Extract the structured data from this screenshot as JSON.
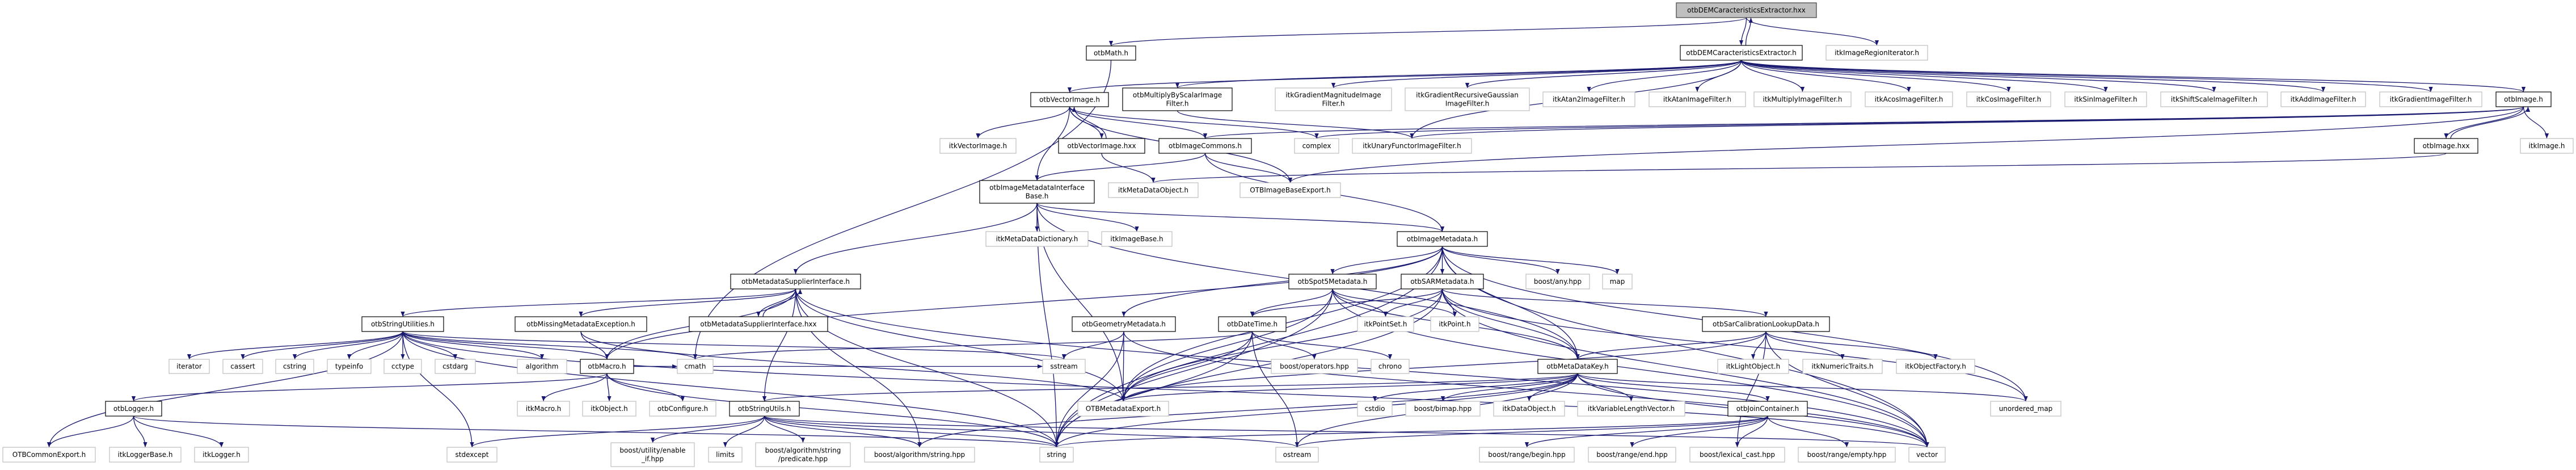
{
  "colors": {
    "edge": "#191970",
    "current_fill": "#bfbfbf",
    "internal_border": "#000000",
    "external_border": "#bfbfbf"
  },
  "nodes": {
    "hxx": {
      "label": "otbDEMCaracteristicsExtractor.hxx",
      "kind": "current"
    },
    "dem": {
      "label": "otbDEMCaracteristicsExtractor.h",
      "kind": "internal"
    },
    "iri": {
      "label": "itkImageRegionIterator.h",
      "kind": "external"
    },
    "math": {
      "label": "otbMath.h",
      "kind": "internal"
    },
    "vi": {
      "label": "otbVectorImage.h",
      "kind": "internal"
    },
    "mbs": {
      "label": "otbMultiplyByScalarImage\nFilter.h",
      "kind": "internal"
    },
    "gmag": {
      "label": "itkGradientMagnitudeImage\nFilter.h",
      "kind": "external"
    },
    "grec": {
      "label": "itkGradientRecursiveGaussian\nImageFilter.h",
      "kind": "external"
    },
    "atan2": {
      "label": "itkAtan2ImageFilter.h",
      "kind": "external"
    },
    "atan": {
      "label": "itkAtanImageFilter.h",
      "kind": "external"
    },
    "mult": {
      "label": "itkMultiplyImageFilter.h",
      "kind": "external"
    },
    "acos": {
      "label": "itkAcosImageFilter.h",
      "kind": "external"
    },
    "cos": {
      "label": "itkCosImageFilter.h",
      "kind": "external"
    },
    "sin": {
      "label": "itkSinImageFilter.h",
      "kind": "external"
    },
    "shift": {
      "label": "itkShiftScaleImageFilter.h",
      "kind": "external"
    },
    "add": {
      "label": "itkAddImageFilter.h",
      "kind": "external"
    },
    "grad": {
      "label": "itkGradientImageFilter.h",
      "kind": "external"
    },
    "img": {
      "label": "otbImage.h",
      "kind": "internal"
    },
    "itkvi": {
      "label": "itkVectorImage.h",
      "kind": "external"
    },
    "vihxx": {
      "label": "otbVectorImage.hxx",
      "kind": "internal"
    },
    "commons": {
      "label": "otbImageCommons.h",
      "kind": "internal"
    },
    "complex": {
      "label": "complex",
      "kind": "external"
    },
    "unary": {
      "label": "itkUnaryFunctorImageFilter.h",
      "kind": "external"
    },
    "imghxx": {
      "label": "otbImage.hxx",
      "kind": "internal"
    },
    "itkimg": {
      "label": "itkImage.h",
      "kind": "external"
    },
    "imib": {
      "label": "otbImageMetadataInterface\nBase.h",
      "kind": "internal"
    },
    "mdo": {
      "label": "itkMetaDataObject.h",
      "kind": "external"
    },
    "ibe": {
      "label": "OTBImageBaseExport.h",
      "kind": "external"
    },
    "mdd": {
      "label": "itkMetaDataDictionary.h",
      "kind": "external"
    },
    "ibase": {
      "label": "itkImageBase.h",
      "kind": "external"
    },
    "imd": {
      "label": "otbImageMetadata.h",
      "kind": "internal"
    },
    "msi": {
      "label": "otbMetadataSupplierInterface.h",
      "kind": "internal"
    },
    "spot5": {
      "label": "otbSpot5Metadata.h",
      "kind": "internal"
    },
    "sar": {
      "label": "otbSARMetadata.h",
      "kind": "internal"
    },
    "any": {
      "label": "boost/any.hpp",
      "kind": "external"
    },
    "map": {
      "label": "map",
      "kind": "external"
    },
    "su": {
      "label": "otbStringUtilities.h",
      "kind": "internal"
    },
    "mme": {
      "label": "otbMissingMetadataException.h",
      "kind": "internal"
    },
    "msihxx": {
      "label": "otbMetadataSupplierInterface.hxx",
      "kind": "internal"
    },
    "geom": {
      "label": "otbGeometryMetadata.h",
      "kind": "internal"
    },
    "dt": {
      "label": "otbDateTime.h",
      "kind": "internal"
    },
    "pset": {
      "label": "itkPointSet.h",
      "kind": "external"
    },
    "pt": {
      "label": "itkPoint.h",
      "kind": "external"
    },
    "sarcal": {
      "label": "otbSarCalibrationLookupData.h",
      "kind": "internal"
    },
    "iterator": {
      "label": "iterator",
      "kind": "external"
    },
    "cassert": {
      "label": "cassert",
      "kind": "external"
    },
    "cstring": {
      "label": "cstring",
      "kind": "external"
    },
    "typeinfo": {
      "label": "typeinfo",
      "kind": "external"
    },
    "cctype": {
      "label": "cctype",
      "kind": "external"
    },
    "cstdarg": {
      "label": "cstdarg",
      "kind": "external"
    },
    "algorithm": {
      "label": "algorithm",
      "kind": "external"
    },
    "macro": {
      "label": "otbMacro.h",
      "kind": "internal"
    },
    "cmath": {
      "label": "cmath",
      "kind": "external"
    },
    "sstream": {
      "label": "sstream",
      "kind": "external"
    },
    "bops": {
      "label": "boost/operators.hpp",
      "kind": "external"
    },
    "chrono": {
      "label": "chrono",
      "kind": "external"
    },
    "mdk": {
      "label": "otbMetaDataKey.h",
      "kind": "internal"
    },
    "light": {
      "label": "itkLightObject.h",
      "kind": "external"
    },
    "numt": {
      "label": "itkNumericTraits.h",
      "kind": "external"
    },
    "objf": {
      "label": "itkObjectFactory.h",
      "kind": "external"
    },
    "logger": {
      "label": "otbLogger.h",
      "kind": "internal"
    },
    "itkmacro": {
      "label": "itkMacro.h",
      "kind": "external"
    },
    "itkobj": {
      "label": "itkObject.h",
      "kind": "external"
    },
    "cfg": {
      "label": "otbConfigure.h",
      "kind": "external"
    },
    "sutils": {
      "label": "otbStringUtils.h",
      "kind": "internal"
    },
    "mexp": {
      "label": "OTBMetadataExport.h",
      "kind": "external"
    },
    "cstdio": {
      "label": "cstdio",
      "kind": "external"
    },
    "bimap": {
      "label": "boost/bimap.hpp",
      "kind": "external"
    },
    "dobj": {
      "label": "itkDataObject.h",
      "kind": "external"
    },
    "vlv": {
      "label": "itkVariableLengthVector.h",
      "kind": "external"
    },
    "join": {
      "label": "otbJoinContainer.h",
      "kind": "internal"
    },
    "umap": {
      "label": "unordered_map",
      "kind": "external"
    },
    "commonexp": {
      "label": "OTBCommonExport.h",
      "kind": "external"
    },
    "loggerbase": {
      "label": "itkLoggerBase.h",
      "kind": "external"
    },
    "itklogger": {
      "label": "itkLogger.h",
      "kind": "external"
    },
    "stdexcept": {
      "label": "stdexcept",
      "kind": "external"
    },
    "enableif": {
      "label": "boost/utility/enable\n_if.hpp",
      "kind": "external"
    },
    "limits": {
      "label": "limits",
      "kind": "external"
    },
    "pred": {
      "label": "boost/algorithm/string\n/predicate.hpp",
      "kind": "external"
    },
    "bas": {
      "label": "boost/algorithm/string.hpp",
      "kind": "external"
    },
    "string": {
      "label": "string",
      "kind": "external"
    },
    "ostream": {
      "label": "ostream",
      "kind": "external"
    },
    "rbegin": {
      "label": "boost/range/begin.hpp",
      "kind": "external"
    },
    "rend": {
      "label": "boost/range/end.hpp",
      "kind": "external"
    },
    "lexcast": {
      "label": "boost/lexical_cast.hpp",
      "kind": "external"
    },
    "rempty": {
      "label": "boost/range/empty.hpp",
      "kind": "external"
    },
    "vector": {
      "label": "vector",
      "kind": "external"
    }
  },
  "edges": [
    [
      "hxx",
      "math"
    ],
    [
      "hxx",
      "dem"
    ],
    [
      "hxx",
      "iri"
    ],
    [
      "dem",
      "hxx"
    ],
    [
      "dem",
      "vi"
    ],
    [
      "dem",
      "mbs"
    ],
    [
      "dem",
      "gmag"
    ],
    [
      "dem",
      "grec"
    ],
    [
      "dem",
      "atan2"
    ],
    [
      "dem",
      "atan"
    ],
    [
      "dem",
      "mult"
    ],
    [
      "dem",
      "acos"
    ],
    [
      "dem",
      "cos"
    ],
    [
      "dem",
      "sin"
    ],
    [
      "dem",
      "shift"
    ],
    [
      "dem",
      "add"
    ],
    [
      "dem",
      "grad"
    ],
    [
      "dem",
      "img"
    ],
    [
      "dem",
      "unary"
    ],
    [
      "math",
      "cmath"
    ],
    [
      "mbs",
      "unary"
    ],
    [
      "vi",
      "itkvi"
    ],
    [
      "vi",
      "vihxx"
    ],
    [
      "vi",
      "commons"
    ],
    [
      "vi",
      "complex"
    ],
    [
      "vi",
      "ibe"
    ],
    [
      "vi",
      "imib"
    ],
    [
      "vihxx",
      "vi"
    ],
    [
      "vihxx",
      "mdo"
    ],
    [
      "commons",
      "imib"
    ],
    [
      "commons",
      "ibe"
    ],
    [
      "commons",
      "imd"
    ],
    [
      "img",
      "imghxx"
    ],
    [
      "img",
      "itkimg"
    ],
    [
      "img",
      "complex"
    ],
    [
      "img",
      "commons"
    ],
    [
      "img",
      "ibe"
    ],
    [
      "img",
      "unary"
    ],
    [
      "imghxx",
      "img"
    ],
    [
      "imghxx",
      "mdo"
    ],
    [
      "imib",
      "msi"
    ],
    [
      "imib",
      "mdd"
    ],
    [
      "imib",
      "ibase"
    ],
    [
      "imib",
      "imd"
    ],
    [
      "imib",
      "mexp"
    ],
    [
      "imib",
      "string"
    ],
    [
      "imib",
      "mdk"
    ],
    [
      "imd",
      "spot5"
    ],
    [
      "imd",
      "sar"
    ],
    [
      "imd",
      "any"
    ],
    [
      "imd",
      "map"
    ],
    [
      "imd",
      "geom"
    ],
    [
      "imd",
      "mdk"
    ],
    [
      "imd",
      "mexp"
    ],
    [
      "imd",
      "string"
    ],
    [
      "imd",
      "vector"
    ],
    [
      "imd",
      "umap"
    ],
    [
      "imd",
      "macro"
    ],
    [
      "spot5",
      "dt"
    ],
    [
      "spot5",
      "pset"
    ],
    [
      "spot5",
      "pt"
    ],
    [
      "spot5",
      "mdk"
    ],
    [
      "spot5",
      "mexp"
    ],
    [
      "spot5",
      "string"
    ],
    [
      "spot5",
      "vector"
    ],
    [
      "sar",
      "dt"
    ],
    [
      "sar",
      "pset"
    ],
    [
      "sar",
      "pt"
    ],
    [
      "sar",
      "sarcal"
    ],
    [
      "sar",
      "mdk"
    ],
    [
      "sar",
      "mexp"
    ],
    [
      "sar",
      "string"
    ],
    [
      "sar",
      "vector"
    ],
    [
      "sar",
      "umap"
    ],
    [
      "geom",
      "sstream"
    ],
    [
      "geom",
      "mexp"
    ],
    [
      "geom",
      "string"
    ],
    [
      "geom",
      "vector"
    ],
    [
      "dt",
      "bops"
    ],
    [
      "dt",
      "chrono"
    ],
    [
      "dt",
      "mexp"
    ],
    [
      "dt",
      "string"
    ],
    [
      "dt",
      "cmath"
    ],
    [
      "dt",
      "ostream"
    ],
    [
      "sarcal",
      "light"
    ],
    [
      "sarcal",
      "numt"
    ],
    [
      "sarcal",
      "objf"
    ],
    [
      "sarcal",
      "mdk"
    ],
    [
      "sarcal",
      "mexp"
    ],
    [
      "sarcal",
      "lexcast"
    ],
    [
      "sarcal",
      "vector"
    ],
    [
      "mdk",
      "cstdio"
    ],
    [
      "mdk",
      "bimap"
    ],
    [
      "mdk",
      "dobj"
    ],
    [
      "mdk",
      "vlv"
    ],
    [
      "mdk",
      "join"
    ],
    [
      "mdk",
      "mexp"
    ],
    [
      "mdk",
      "string"
    ],
    [
      "mdk",
      "vector"
    ],
    [
      "mdk",
      "umap"
    ],
    [
      "mdk",
      "sutils"
    ],
    [
      "mdk",
      "ostream"
    ],
    [
      "mdk",
      "bas"
    ],
    [
      "join",
      "rbegin"
    ],
    [
      "join",
      "rend"
    ],
    [
      "join",
      "rempty"
    ],
    [
      "join",
      "ostream"
    ],
    [
      "join",
      "string"
    ],
    [
      "join",
      "lexcast"
    ],
    [
      "msi",
      "mme"
    ],
    [
      "msi",
      "msihxx"
    ],
    [
      "msi",
      "su"
    ],
    [
      "msi",
      "sutils"
    ],
    [
      "msi",
      "mexp"
    ],
    [
      "msi",
      "string"
    ],
    [
      "msi",
      "bas"
    ],
    [
      "msi",
      "vector"
    ],
    [
      "msi",
      "macro"
    ],
    [
      "msihxx",
      "msi"
    ],
    [
      "mme",
      "macro"
    ],
    [
      "mme",
      "mexp"
    ],
    [
      "su",
      "iterator"
    ],
    [
      "su",
      "cassert"
    ],
    [
      "su",
      "cstring"
    ],
    [
      "su",
      "typeinfo"
    ],
    [
      "su",
      "cctype"
    ],
    [
      "su",
      "cstdarg"
    ],
    [
      "su",
      "algorithm"
    ],
    [
      "su",
      "macro"
    ],
    [
      "su",
      "cmath"
    ],
    [
      "su",
      "sstream"
    ],
    [
      "su",
      "string"
    ],
    [
      "su",
      "vector"
    ],
    [
      "su",
      "stdexcept"
    ],
    [
      "su",
      "commonexp"
    ],
    [
      "macro",
      "itkmacro"
    ],
    [
      "macro",
      "itkobj"
    ],
    [
      "macro",
      "cfg"
    ],
    [
      "macro",
      "logger"
    ],
    [
      "macro",
      "string"
    ],
    [
      "macro",
      "sstream"
    ],
    [
      "macro",
      "cmath"
    ],
    [
      "logger",
      "commonexp"
    ],
    [
      "logger",
      "loggerbase"
    ],
    [
      "logger",
      "itklogger"
    ],
    [
      "logger",
      "string"
    ],
    [
      "sutils",
      "enableif"
    ],
    [
      "sutils",
      "limits"
    ],
    [
      "sutils",
      "pred"
    ],
    [
      "sutils",
      "bas"
    ],
    [
      "sutils",
      "string"
    ],
    [
      "sutils",
      "vector"
    ],
    [
      "sutils",
      "stdexcept"
    ],
    [
      "sutils",
      "ostream"
    ]
  ]
}
